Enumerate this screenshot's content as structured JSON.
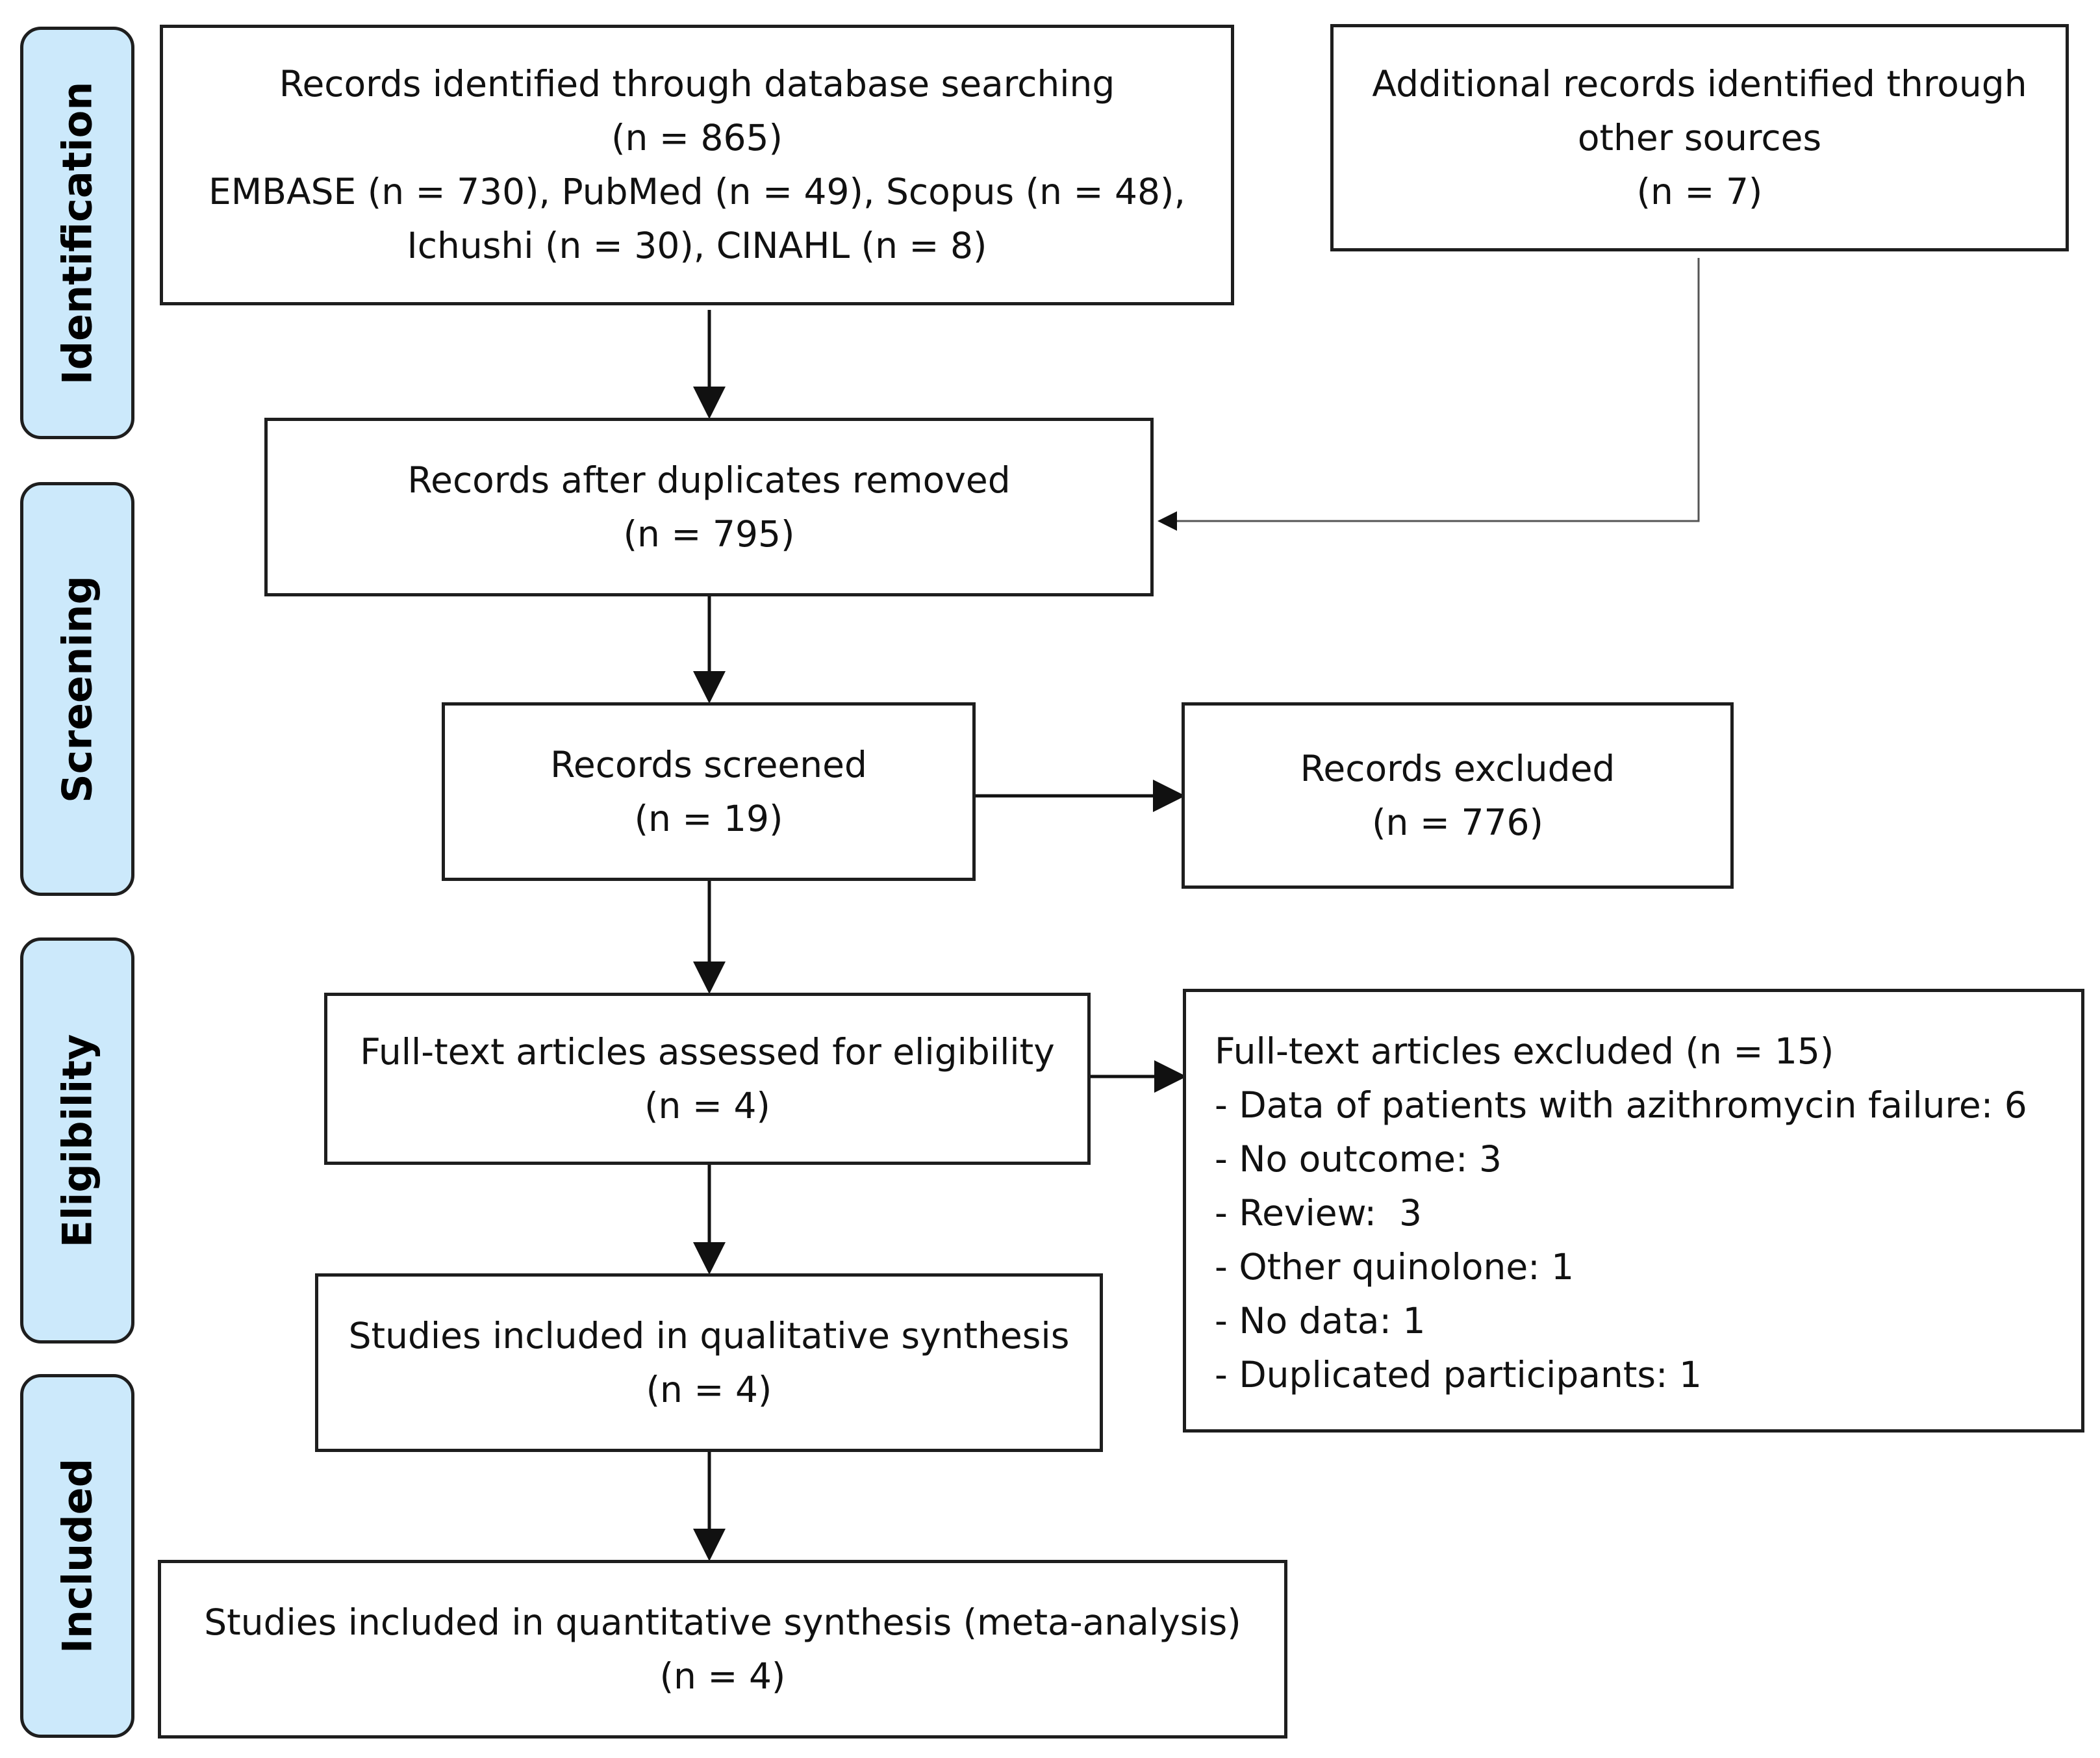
{
  "stages": {
    "identification": "Identification",
    "screening": "Screening",
    "eligibility": "Eligibility",
    "included": "Included"
  },
  "boxes": {
    "database_search": {
      "lines": [
        "Records identified through database searching",
        "(n = 865)",
        "EMBASE (n = 730), PubMed (n = 49), Scopus (n = 48),",
        "Ichushi (n = 30), CINAHL (n = 8)"
      ]
    },
    "other_sources": {
      "lines": [
        "Additional records identified through",
        "other sources",
        "(n = 7)"
      ]
    },
    "after_duplicates": {
      "lines": [
        "Records after duplicates removed",
        "(n = 795)"
      ]
    },
    "screened": {
      "lines": [
        "Records screened",
        "(n = 19)"
      ]
    },
    "excluded": {
      "lines": [
        "Records excluded",
        "(n = 776)"
      ]
    },
    "full_text_assessed": {
      "lines": [
        "Full-text articles assessed for eligibility",
        "(n = 4)"
      ]
    },
    "full_text_excluded": {
      "lines": [
        "Full-text articles excluded (n = 15)",
        "- Data of patients with azithromycin failure: 6",
        "- No outcome: 3",
        "- Review:  3",
        "- Other quinolone: 1",
        "- No data: 1",
        "- Duplicated participants: 1"
      ]
    },
    "qualitative": {
      "lines": [
        "Studies included in qualitative synthesis",
        "(n = 4)"
      ]
    },
    "quantitative": {
      "lines": [
        "Studies included in quantitative synthesis (meta-analysis)",
        "(n = 4)"
      ]
    }
  },
  "colors": {
    "stage_fill": "#cce9fb",
    "border": "#1e1e1e",
    "arrow": "#111111",
    "connector": "#555555"
  }
}
